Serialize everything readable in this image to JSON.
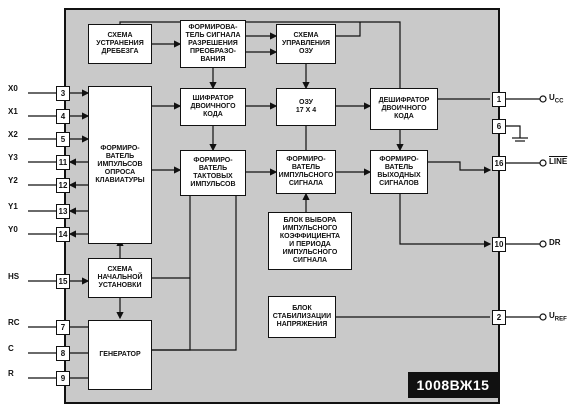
{
  "chip": {
    "title": "1008ВЖ15"
  },
  "blocks": {
    "debounce": "Схема\nустранения\nдребезга",
    "enable_gen": "Формирова-\nтель сигнала\nразрешения\nпреобразо-\nвания",
    "ram_ctrl": "Схема\nуправления\nОЗУ",
    "keyboard": "Формиро-\nватель\nимпульсов\nопроса\nклавиатуры",
    "encoder": "Шифратор\nдвоичного\nкода",
    "ram": "ОЗУ\n17 x 4",
    "decoder": "Дешифратор\nдвоичного\nкода",
    "clock_gen": "Формиро-\nватель\nтактовых\nимпульсов",
    "pulse_gen": "Формиро-\nватель\nимпульсного\nсигнала",
    "out_gen": "Формиро-\nватель\nвыходных\nсигналов",
    "selector": "Блок выбора\nимпульсного\nкоэффициента\nи периода\nимпульсного\nсигнала",
    "reset": "Схема\nначальной\nустановки",
    "stabilizer": "Блок\nстабилизации\nнапряжения",
    "oscillator": "Генератор"
  },
  "left_pins": [
    {
      "label": "X0",
      "num": "3"
    },
    {
      "label": "X1",
      "num": "4"
    },
    {
      "label": "X2",
      "num": "5"
    },
    {
      "label": "Y3",
      "num": "11"
    },
    {
      "label": "Y2",
      "num": "12"
    },
    {
      "label": "Y1",
      "num": "13"
    },
    {
      "label": "Y0",
      "num": "14"
    },
    {
      "label": "HS",
      "num": "15"
    },
    {
      "label": "RC",
      "num": "7"
    },
    {
      "label": "C",
      "num": "8"
    },
    {
      "label": "R",
      "num": "9"
    }
  ],
  "right_pins": [
    {
      "label": "U",
      "sub": "CC",
      "num": "1"
    },
    {
      "label": "",
      "sub": "",
      "num": "6"
    },
    {
      "label": "LINE",
      "sub": "",
      "num": "16"
    },
    {
      "label": "DR",
      "sub": "",
      "num": "10"
    },
    {
      "label": "U",
      "sub": "REF",
      "num": "2"
    }
  ]
}
